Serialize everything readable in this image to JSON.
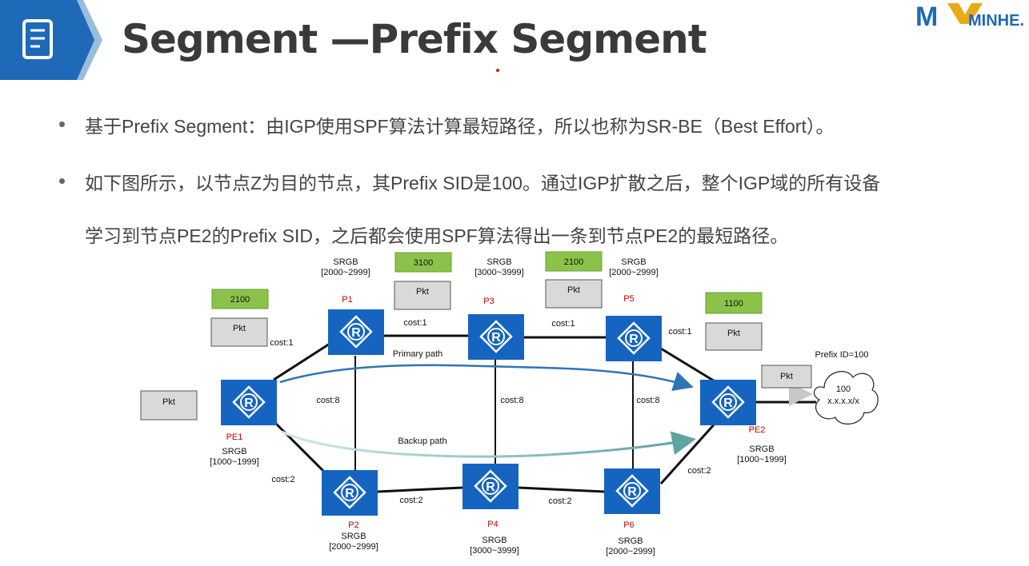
{
  "header": {
    "title": "Segment —Prefix Segment",
    "logo_text": "MINHE."
  },
  "bullets": [
    "基于Prefix Segment：由IGP使用SPF算法计算最短路径，所以也称为SR-BE（Best Effort）。",
    "如下图所示，以节点Z为目的节点，其Prefix SID是100。通过IGP扩散之后，整个IGP域的所有设备",
    "学习到节点PE2的Prefix SID，之后都会使用SPF算法得出一条到节点PE2的最短路径。"
  ],
  "diagram": {
    "nodes": {
      "pe1": {
        "name": "PE1",
        "srgb_label": "SRGB",
        "srgb_range": "[1000~1999]"
      },
      "p1": {
        "name": "P1",
        "srgb_label": "SRGB",
        "srgb_range": "[2000~2999]"
      },
      "p3": {
        "name": "P3",
        "srgb_label": "SRGB",
        "srgb_range": "[3000~3999]"
      },
      "p5": {
        "name": "P5",
        "srgb_label": "SRGB",
        "srgb_range": "[2000~2999]"
      },
      "pe2": {
        "name": "PE2",
        "srgb_label": "SRGB",
        "srgb_range": "[1000~1999]"
      },
      "p2": {
        "name": "P2",
        "srgb_label": "SRGB",
        "srgb_range": "[2000~2999]"
      },
      "p4": {
        "name": "P4",
        "srgb_label": "SRGB",
        "srgb_range": "[3000~3999]"
      },
      "p6": {
        "name": "P6",
        "srgb_label": "SRGB",
        "srgb_range": "[2000~2999]"
      }
    },
    "router_glyph": "R",
    "costs": {
      "pe1_p1": "cost:1",
      "p1_p3": "cost:1",
      "p3_p5": "cost:1",
      "p5_pe2": "cost:1",
      "p1_p2": "cost:8",
      "p3_p4": "cost:8",
      "p5_p6": "cost:8",
      "pe1_p2": "cost:2",
      "p2_p4": "cost:2",
      "p4_p6": "cost:2",
      "p6_pe2": "cost:2"
    },
    "labels": {
      "pe1_label": "2100",
      "p1_label": "3100",
      "p3_label": "2100",
      "p5_label": "1100"
    },
    "packet": "Pkt",
    "primary_path": "Primary path",
    "backup_path": "Backup path",
    "prefix_id": "Prefix ID=100",
    "cloud_sid": "100",
    "cloud_prefix": "x.x.x.x/x"
  },
  "colors": {
    "router_blue": "#1565c0",
    "label_green": "#8bc34a",
    "packet_gray": "#d9d9d9",
    "primary_arrow": "#2e75b6",
    "backup_arrow": "#5fa3a3",
    "node_name_red": "#c00000"
  }
}
